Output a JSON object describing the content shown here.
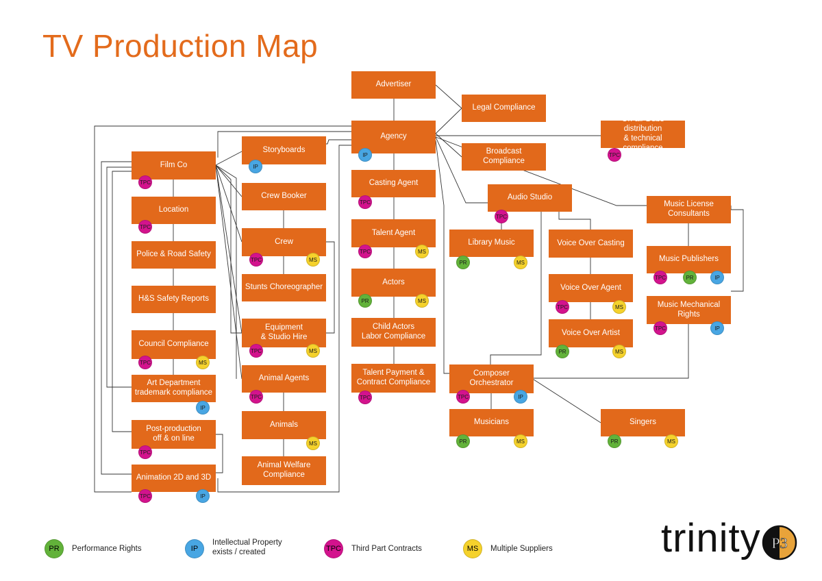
{
  "title": "TV Production Map",
  "colors": {
    "node": "#e2691b",
    "title": "#e36b1c",
    "PR": "#62b23a",
    "IP": "#48a6e3",
    "TPC": "#d3138d",
    "MS": "#f5d22c"
  },
  "nodes": {
    "advertiser": {
      "label": "Advertiser",
      "badges": []
    },
    "legal": {
      "label": "Legal Compliance",
      "badges": []
    },
    "agency": {
      "label": "Agency",
      "badges": [
        "IP"
      ]
    },
    "broadcast": {
      "label": "Broadcast Compliance",
      "badges": []
    },
    "onair": {
      "label": "On-air Dubs distribution\n& technical compliance",
      "badges": [
        "TPC"
      ]
    },
    "storyboards": {
      "label": "Storyboards",
      "badges": [
        "IP"
      ]
    },
    "filmco": {
      "label": "Film Co",
      "badges": [
        "TPC"
      ]
    },
    "location": {
      "label": "Location",
      "badges": [
        "TPC"
      ]
    },
    "police": {
      "label": "Police & Road Safety",
      "badges": []
    },
    "hs": {
      "label": "H&S Safety Reports",
      "badges": []
    },
    "council": {
      "label": "Council Compliance",
      "badges": [
        "TPC",
        "MS"
      ]
    },
    "artdept": {
      "label": "Art Department\ntrademark compliance",
      "badges": [
        "IP"
      ]
    },
    "postprod": {
      "label": "Post-production\noff & on line",
      "badges": [
        "TPC"
      ]
    },
    "animation": {
      "label": "Animation 2D and 3D",
      "badges": [
        "TPC",
        "IP"
      ]
    },
    "crewbooker": {
      "label": "Crew Booker",
      "badges": []
    },
    "crew": {
      "label": "Crew",
      "badges": [
        "TPC",
        "MS"
      ]
    },
    "stunts": {
      "label": "Stunts Choreographer",
      "badges": []
    },
    "equipment": {
      "label": "Equipment\n& Studio Hire",
      "badges": [
        "TPC",
        "MS"
      ]
    },
    "animalagents": {
      "label": "Animal Agents",
      "badges": [
        "TPC"
      ]
    },
    "animals": {
      "label": "Animals",
      "badges": [
        "MS"
      ]
    },
    "animalwelfare": {
      "label": "Animal Welfare\nCompliance",
      "badges": []
    },
    "casting": {
      "label": "Casting Agent",
      "badges": [
        "TPC"
      ]
    },
    "talent": {
      "label": "Talent Agent",
      "badges": [
        "TPC",
        "MS"
      ]
    },
    "actors": {
      "label": "Actors",
      "badges": [
        "PR",
        "MS"
      ]
    },
    "childactors": {
      "label": "Child Actors\nLabor Compliance",
      "badges": []
    },
    "talentpay": {
      "label": "Talent Payment &\nContract Compliance",
      "badges": [
        "TPC"
      ]
    },
    "audio": {
      "label": "Audio Studio",
      "badges": [
        "TPC"
      ]
    },
    "library": {
      "label": "Library Music",
      "badges": [
        "PR",
        "MS"
      ]
    },
    "vocasting": {
      "label": "Voice Over Casting",
      "badges": []
    },
    "voagent": {
      "label": "Voice Over Agent",
      "badges": [
        "TPC",
        "MS"
      ]
    },
    "voartist": {
      "label": "Voice Over Artist",
      "badges": [
        "PR",
        "MS"
      ]
    },
    "musiclicense": {
      "label": "Music License\nConsultants",
      "badges": []
    },
    "publishers": {
      "label": "Music Publishers",
      "badges": [
        "TPC",
        "PR",
        "IP"
      ]
    },
    "mechanical": {
      "label": "Music Mechanical\nRights",
      "badges": [
        "TPC",
        "IP"
      ]
    },
    "composer": {
      "label": "Composer Orchestrator",
      "badges": [
        "TPC",
        "IP"
      ]
    },
    "musicians": {
      "label": "Musicians",
      "badges": [
        "PR",
        "MS"
      ]
    },
    "singers": {
      "label": "Singers",
      "badges": [
        "PR",
        "MS"
      ]
    }
  },
  "legend": [
    {
      "code": "PR",
      "text": "Performance Rights"
    },
    {
      "code": "IP",
      "text": "Intellectual  Property\nexists / created"
    },
    {
      "code": "TPC",
      "text": "Third Part Contracts"
    },
    {
      "code": "MS",
      "text": "Multiple Suppliers"
    }
  ],
  "logo": {
    "text": "trinity",
    "mark": "P3"
  }
}
